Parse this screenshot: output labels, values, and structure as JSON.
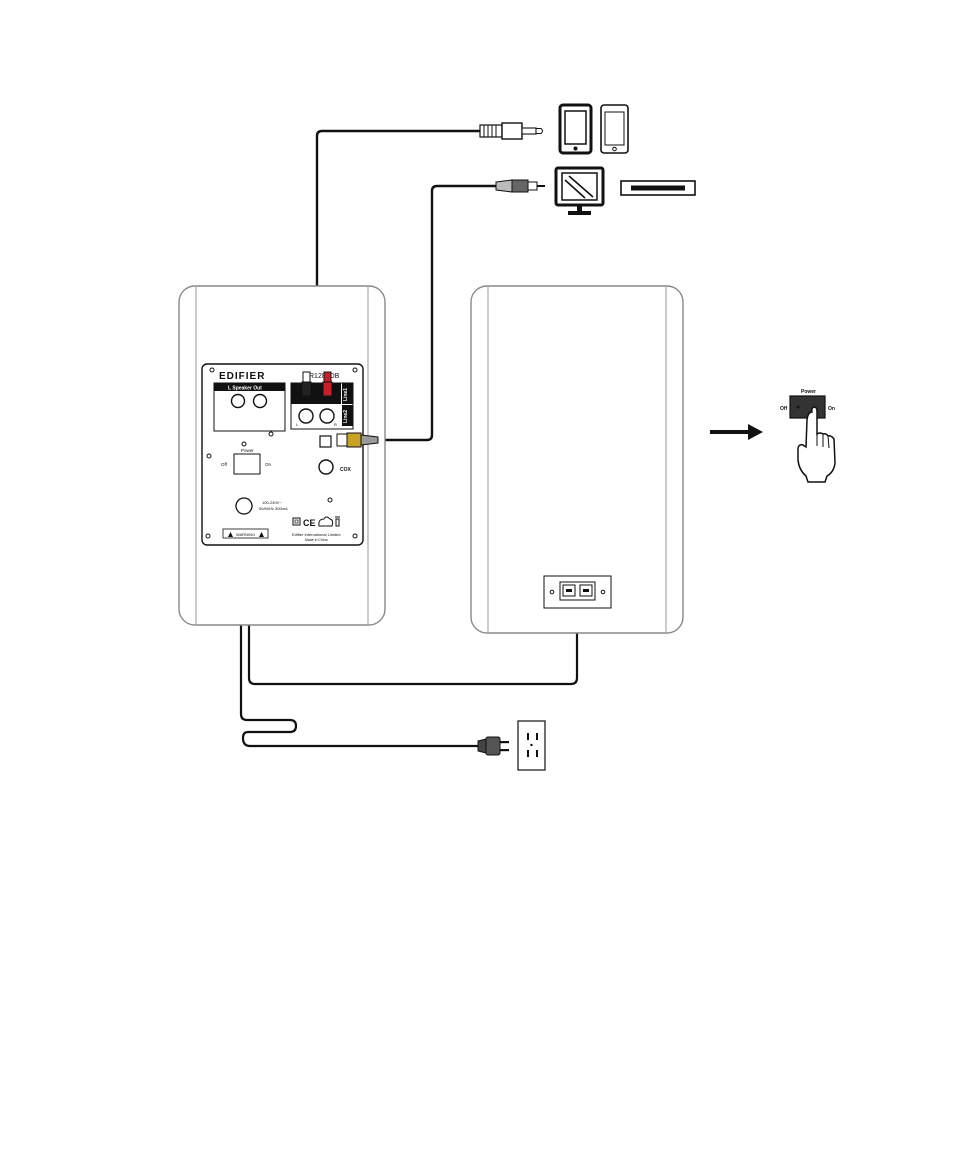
{
  "panel": {
    "brand": "EDIFIER",
    "model": "R1280DB",
    "speaker_out": "L  Speaker Out",
    "power": "Power",
    "off": "Off",
    "on": "On",
    "line1": "Line1",
    "line2": "Line2",
    "cox": "COX",
    "rating": "100-240V~",
    "rating2": "50/60Hz  300mA",
    "company": "Edifier International Limited",
    "made_in": "Made in China",
    "warning": "WARNING",
    "l": "L",
    "r": "R"
  },
  "power_zoom": {
    "title": "Power",
    "off": "Off",
    "on": "On"
  }
}
